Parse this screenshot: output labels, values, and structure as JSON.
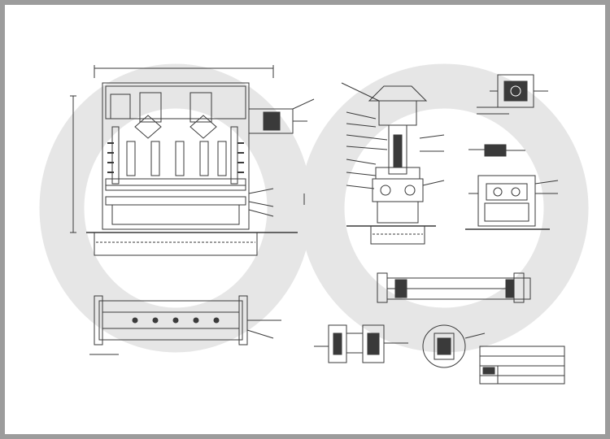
{
  "drawing": {
    "watermark": "stylized-double-loop-logo",
    "stroke_color": "#3a3a3a",
    "fill_dark": "#222222",
    "watermark_color": "#d8d8d8",
    "balloons": [
      "",
      "",
      "",
      "",
      "",
      "",
      "",
      "",
      "",
      ""
    ],
    "views": [
      {
        "id": "front-elevation"
      },
      {
        "id": "side-elevation"
      },
      {
        "id": "detail-top-right"
      },
      {
        "id": "detail-mid-right"
      },
      {
        "id": "section-mid-right"
      },
      {
        "id": "plan-bottom-left"
      },
      {
        "id": "detail-bottom-center"
      },
      {
        "id": "detail-bottom-right"
      },
      {
        "id": "title-block"
      }
    ]
  }
}
